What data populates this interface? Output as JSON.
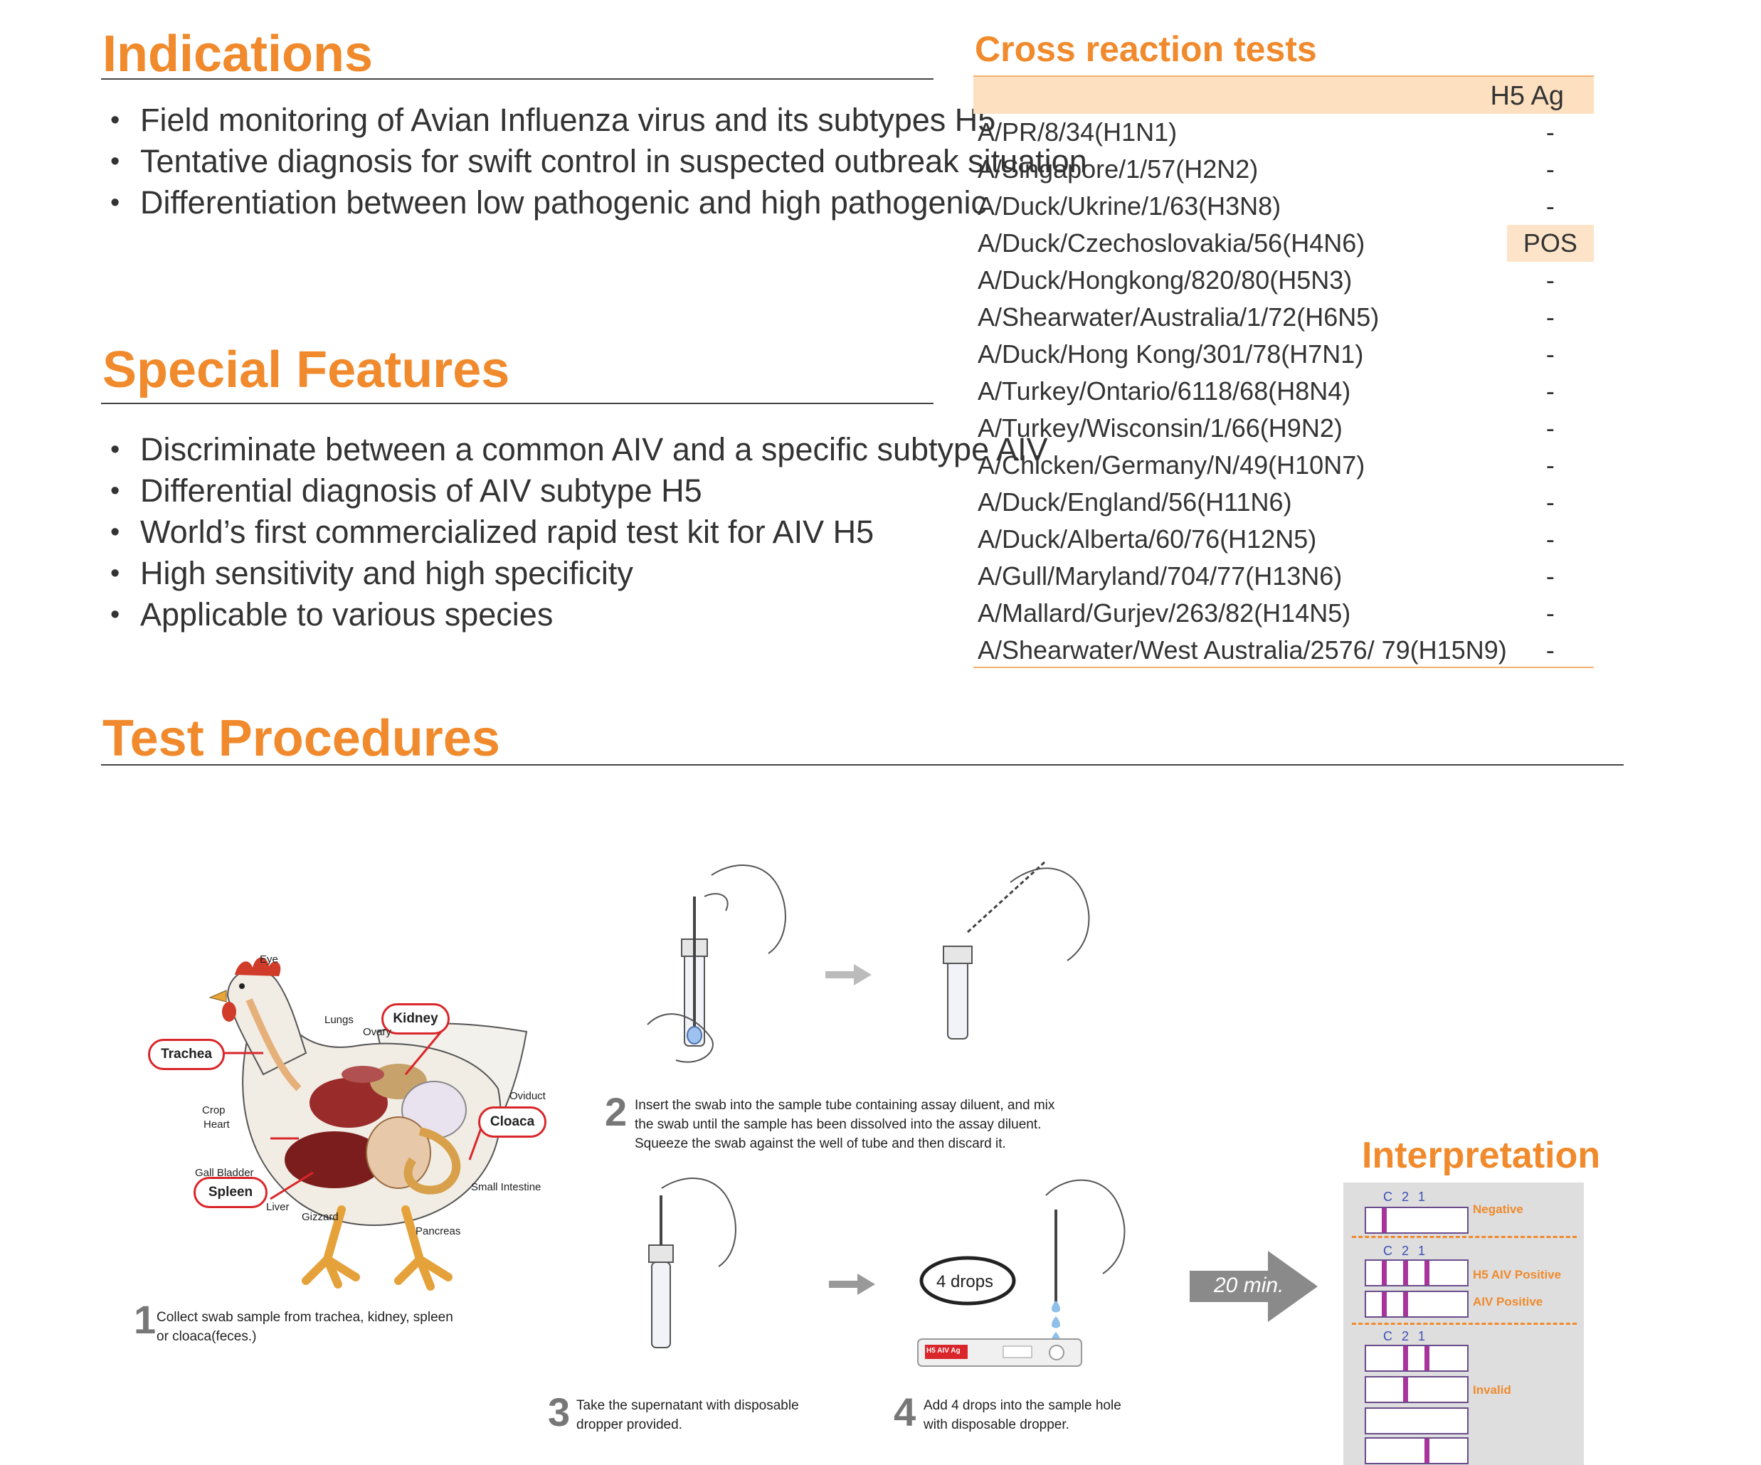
{
  "indications": {
    "title": "Indications",
    "items": [
      "Field monitoring of Avian Influenza virus and its subtypes H5",
      "Tentative diagnosis for swift control in suspected outbreak situation",
      "Differentiation between low pathogenic and high pathogenic"
    ]
  },
  "features": {
    "title": "Special Features",
    "items": [
      "Discriminate between a common AIV and a specific subtype AIV",
      "Differential diagnosis of AIV subtype H5",
      "World’s first commercialized rapid test kit for AIV H5",
      "High sensitivity and high specificity",
      "Applicable to various species"
    ]
  },
  "cross": {
    "title": "Cross reaction tests",
    "header": "H5 Ag",
    "rows": [
      {
        "strain": "A/PR/8/34(H1N1)",
        "result": "-"
      },
      {
        "strain": "A/Singapore/1/57(H2N2)",
        "result": "-"
      },
      {
        "strain": "A/Duck/Ukrine/1/63(H3N8)",
        "result": "-"
      },
      {
        "strain": "A/Duck/Czechoslovakia/56(H4N6)",
        "result": "POS"
      },
      {
        "strain": "A/Duck/Hongkong/820/80(H5N3)",
        "result": "-"
      },
      {
        "strain": "A/Shearwater/Australia/1/72(H6N5)",
        "result": "-"
      },
      {
        "strain": "A/Duck/Hong Kong/301/78(H7N1)",
        "result": "-"
      },
      {
        "strain": "A/Turkey/Ontario/6118/68(H8N4)",
        "result": "-"
      },
      {
        "strain": "A/Turkey/Wisconsin/1/66(H9N2)",
        "result": "-"
      },
      {
        "strain": "A/Chicken/Germany/N/49(H10N7)",
        "result": "-"
      },
      {
        "strain": "A/Duck/England/56(H11N6)",
        "result": "-"
      },
      {
        "strain": "A/Duck/Alberta/60/76(H12N5)",
        "result": "-"
      },
      {
        "strain": "A/Gull/Maryland/704/77(H13N6)",
        "result": "-"
      },
      {
        "strain": "A/Mallard/Gurjev/263/82(H14N5)",
        "result": "-"
      },
      {
        "strain": "A/Shearwater/West Australia/2576/ 79(H15N9)",
        "result": "-"
      }
    ]
  },
  "procedures": {
    "title": "Test Procedures",
    "chicken_labels": {
      "eye": "Eye",
      "lungs": "Lungs",
      "ovary": "Ovary",
      "kidney": "Kidney",
      "trachea": "Trachea",
      "oviduct": "Oviduct",
      "crop": "Crop",
      "heart": "Heart",
      "cloaca": "Cloaca",
      "gall": "Gall Bladder",
      "spleen": "Spleen",
      "liver": "Liver",
      "small_intestine": "Small Intestine",
      "gizzard": "Gizzard",
      "pancreas": "Pancreas"
    },
    "steps": [
      {
        "num": "1",
        "lines": [
          "Collect swab sample from trachea, kidney, spleen",
          "or cloaca(feces.)"
        ]
      },
      {
        "num": "2",
        "lines": [
          "Insert the swab into the sample tube containing assay diluent, and mix",
          "the swab until the sample has been dissolved into the assay diluent.",
          "Squeeze the swab against the well of tube and then discard it."
        ]
      },
      {
        "num": "3",
        "lines": [
          "Take the supernatant with disposable",
          "dropper provided."
        ]
      },
      {
        "num": "4",
        "lines": [
          "Add 4 drops into the sample hole",
          "with disposable dropper."
        ]
      }
    ],
    "drops_label": "4 drops",
    "device_label": "H5 AIV Ag",
    "time_label": "20 min."
  },
  "interpretation": {
    "title": "Interpretation",
    "strip_markers": "C21",
    "labels": {
      "negative": "Negative",
      "h5_positive": "H5 AIV Positive",
      "aiv_positive": "AIV Positive",
      "invalid": "Invalid"
    }
  },
  "colors": {
    "accent": "#f08a2c",
    "highlight": "#fde4c9",
    "band": "#a8349b",
    "label_red": "#d9262a"
  }
}
